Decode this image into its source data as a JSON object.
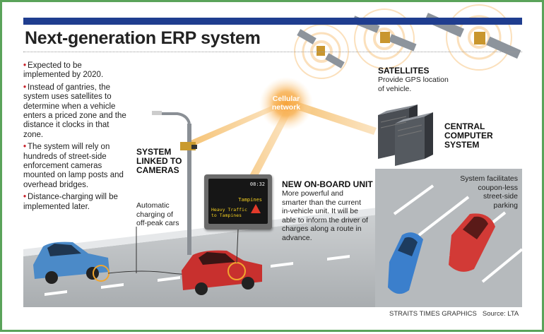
{
  "title": "Next-generation ERP system",
  "bullets": [
    "Expected to be implemented by 2020.",
    "Instead of gantries, the system uses satellites to determine when a vehicle enters a priced zone and the distance it clocks in that zone.",
    "The system will rely on hundreds of street-side enforcement cameras mounted on lamp posts and overhead bridges.",
    "Distance-charging will be implemented later."
  ],
  "satellites": {
    "heading": "SATELLITES",
    "desc": "Provide GPS location of vehicle."
  },
  "cellular": "Cellular network",
  "central": {
    "heading": "CENTRAL COMPUTER SYSTEM"
  },
  "cameras": {
    "heading": "SYSTEM LINKED TO CAMERAS"
  },
  "onboard": {
    "heading": "NEW ON-BOARD UNIT",
    "desc": "More powerful and smarter than the current in-vehicle unit. It will be able to inform the driver of charges along a route in advance.",
    "screen": {
      "time": "08:32",
      "place": "Tampines",
      "msg_line1": "Heavy Traffic",
      "msg_line2": "to Tampines"
    }
  },
  "offpeak": "Automatic charging of off-peak cars",
  "parking": "System facilitates coupon-less street-side parking",
  "credits": {
    "graphics": "STRAITS TIMES GRAPHICS",
    "source": "Source: LTA"
  },
  "colors": {
    "accent_red": "#c8232c",
    "header_blue": "#1f3d8f",
    "border_green": "#5aa35a",
    "signal_orange": "#f0a23a"
  }
}
